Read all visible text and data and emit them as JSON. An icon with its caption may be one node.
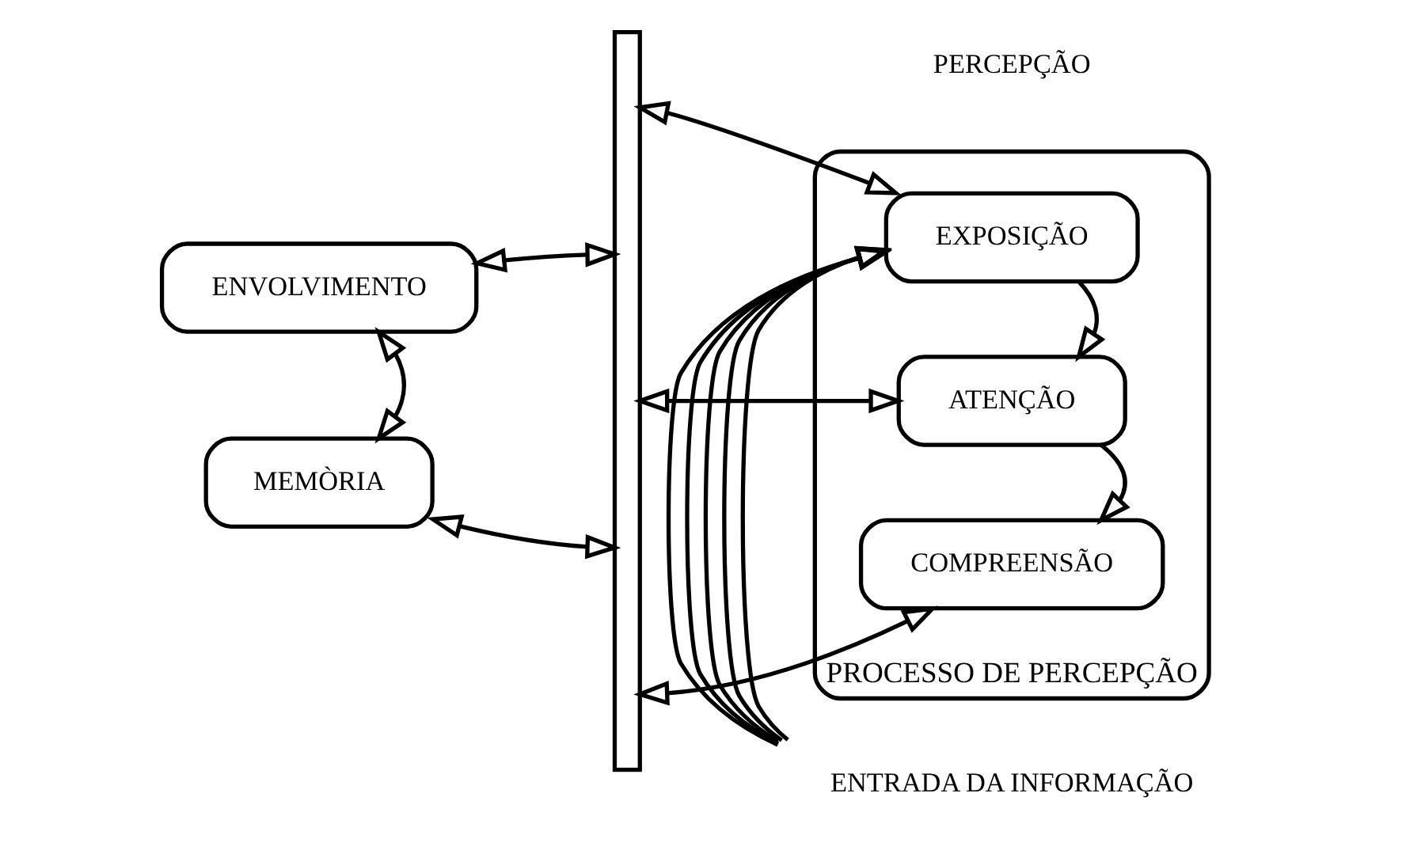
{
  "diagram": {
    "nodes": [
      {
        "text": [
          "ENTRADA DA INFORMAÇÃO"
        ]
      },
      {
        "text": [],
        "shape": "bar"
      },
      {
        "text": [
          "PROCESSO DE PERCEPÇÃO"
        ]
      },
      {
        "text": [
          "EXPOSIÇÃO"
        ],
        "in": 2
      },
      {
        "text": [
          "ATENÇÃO"
        ],
        "in": 2
      },
      {
        "text": [
          "COMPREENSÃO"
        ],
        "in": 2
      },
      {
        "text": [
          "ENVOLVIMENTO"
        ]
      },
      {
        "text": [
          "MEMÒRIA"
        ]
      }
    ],
    "edges": [
      {
        "from": 0,
        "to": 3,
        "arrow": "to"
      },
      {
        "from": 0,
        "to": 3,
        "arrow": "to"
      },
      {
        "from": 0,
        "to": 3,
        "arrow": "to"
      },
      {
        "from": 0,
        "to": 3,
        "arrow": "to"
      },
      {
        "from": 0,
        "to": 3,
        "arrow": "to"
      },
      {
        "from": 6,
        "to": 1,
        "arrow": "both"
      },
      {
        "from": 6,
        "to": 7,
        "arrow": "both"
      },
      {
        "from": 7,
        "to": 1,
        "arrow": "both"
      },
      {
        "from": 1,
        "to": 3,
        "arrow": "both"
      },
      {
        "from": 3,
        "to": 4,
        "arrow": "to"
      },
      {
        "from": 1,
        "to": 4,
        "arrow": "both"
      },
      {
        "from": 4,
        "to": 5,
        "arrow": "to"
      },
      {
        "from": 1,
        "to": 5,
        "arrow": "both"
      }
    ],
    "labels": [
      "PERCEPÇÃO"
    ]
  }
}
